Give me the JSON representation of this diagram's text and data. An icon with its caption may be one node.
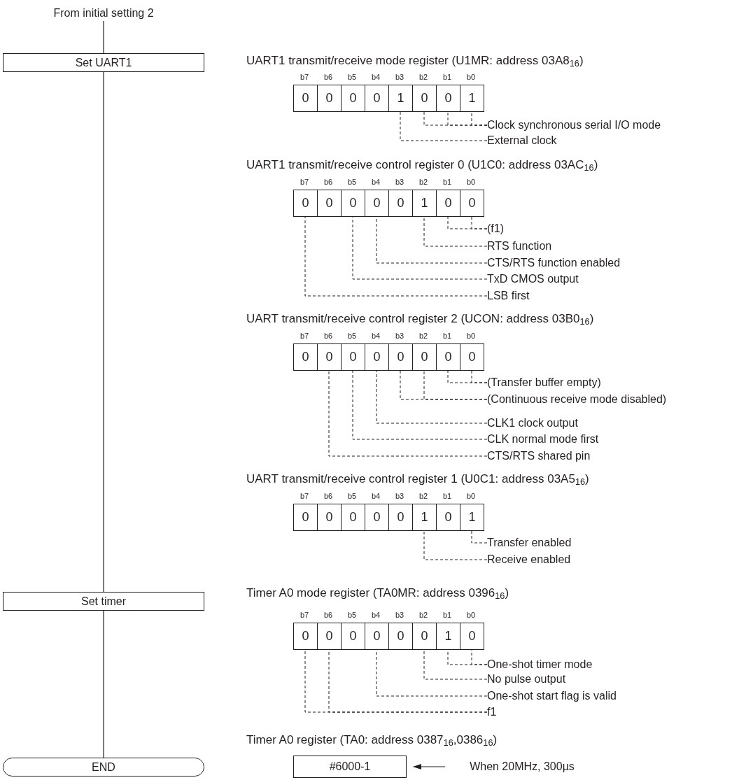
{
  "diagram": {
    "nodes": [
      {
        "text": [
          "From initial setting 2"
        ]
      },
      {
        "text": [
          "Set UART1"
        ]
      },
      {
        "text": [
          "Set timer"
        ]
      },
      {
        "text": [
          "END"
        ]
      },
      {
        "text": [
          "0"
        ],
        "beside": [
          "b7"
        ]
      },
      {
        "text": [
          "0"
        ],
        "beside": [
          "b6"
        ]
      },
      {
        "text": [
          "0"
        ],
        "beside": [
          "b5"
        ]
      },
      {
        "text": [
          "0"
        ],
        "beside": [
          "b4"
        ]
      },
      {
        "text": [
          "1"
        ],
        "beside": [
          "b3"
        ]
      },
      {
        "text": [
          "0"
        ],
        "beside": [
          "b2"
        ]
      },
      {
        "text": [
          "0"
        ],
        "beside": [
          "b1"
        ]
      },
      {
        "text": [
          "1"
        ],
        "beside": [
          "b0"
        ]
      },
      {
        "text": [
          "Clock synchronous serial I/O mode"
        ]
      },
      {
        "text": [
          "External clock"
        ]
      },
      {
        "text": [
          "0"
        ],
        "beside": [
          "b7"
        ]
      },
      {
        "text": [
          "0"
        ],
        "beside": [
          "b6"
        ]
      },
      {
        "text": [
          "0"
        ],
        "beside": [
          "b5"
        ]
      },
      {
        "text": [
          "0"
        ],
        "beside": [
          "b4"
        ]
      },
      {
        "text": [
          "0"
        ],
        "beside": [
          "b3"
        ]
      },
      {
        "text": [
          "1"
        ],
        "beside": [
          "b2"
        ]
      },
      {
        "text": [
          "0"
        ],
        "beside": [
          "b1"
        ]
      },
      {
        "text": [
          "0"
        ],
        "beside": [
          "b0"
        ]
      },
      {
        "text": [
          "(f1)"
        ]
      },
      {
        "text": [
          "RTS function"
        ]
      },
      {
        "text": [
          "CTS/RTS function enabled"
        ]
      },
      {
        "text": [
          "TxD CMOS output"
        ]
      },
      {
        "text": [
          "LSB first"
        ]
      },
      {
        "text": [
          "0"
        ],
        "beside": [
          "b7"
        ]
      },
      {
        "text": [
          "0"
        ],
        "beside": [
          "b6"
        ]
      },
      {
        "text": [
          "0"
        ],
        "beside": [
          "b5"
        ]
      },
      {
        "text": [
          "0"
        ],
        "beside": [
          "b4"
        ]
      },
      {
        "text": [
          "0"
        ],
        "beside": [
          "b3"
        ]
      },
      {
        "text": [
          "0"
        ],
        "beside": [
          "b2"
        ]
      },
      {
        "text": [
          "0"
        ],
        "beside": [
          "b1"
        ]
      },
      {
        "text": [
          "0"
        ],
        "beside": [
          "b0"
        ]
      },
      {
        "text": [
          "(Transfer buffer empty)"
        ]
      },
      {
        "text": [
          "(Continuous receive mode disabled)"
        ]
      },
      {
        "text": [
          "CLK1 clock output"
        ]
      },
      {
        "text": [
          "CLK normal mode first"
        ]
      },
      {
        "text": [
          "CTS/RTS shared pin"
        ]
      },
      {
        "text": [
          "0"
        ],
        "beside": [
          "b7"
        ]
      },
      {
        "text": [
          "0"
        ],
        "beside": [
          "b6"
        ]
      },
      {
        "text": [
          "0"
        ],
        "beside": [
          "b5"
        ]
      },
      {
        "text": [
          "0"
        ],
        "beside": [
          "b4"
        ]
      },
      {
        "text": [
          "0"
        ],
        "beside": [
          "b3"
        ]
      },
      {
        "text": [
          "1"
        ],
        "beside": [
          "b2"
        ]
      },
      {
        "text": [
          "0"
        ],
        "beside": [
          "b1"
        ]
      },
      {
        "text": [
          "1"
        ],
        "beside": [
          "b0"
        ]
      },
      {
        "text": [
          "Transfer enabled"
        ]
      },
      {
        "text": [
          "Receive enabled"
        ]
      },
      {
        "text": [
          "0"
        ],
        "beside": [
          "b7"
        ]
      },
      {
        "text": [
          "0"
        ],
        "beside": [
          "b6"
        ]
      },
      {
        "text": [
          "0"
        ],
        "beside": [
          "b5"
        ]
      },
      {
        "text": [
          "0"
        ],
        "beside": [
          "b4"
        ]
      },
      {
        "text": [
          "0"
        ],
        "beside": [
          "b3"
        ]
      },
      {
        "text": [
          "0"
        ],
        "beside": [
          "b2"
        ]
      },
      {
        "text": [
          "1"
        ],
        "beside": [
          "b1"
        ]
      },
      {
        "text": [
          "0"
        ],
        "beside": [
          "b0"
        ]
      },
      {
        "text": [
          "One-shot timer mode"
        ]
      },
      {
        "text": [
          "No pulse output"
        ]
      },
      {
        "text": [
          "One-shot start flag is valid"
        ]
      },
      {
        "text": [
          "f1"
        ]
      },
      {
        "text": [
          "#6000-1"
        ]
      },
      {
        "text": [
          "When 20MHz, 300µs"
        ]
      }
    ],
    "edges": [
      {
        "from": 0,
        "to": 1,
        "arrow": "none"
      },
      {
        "from": 1,
        "to": 2,
        "arrow": "none"
      },
      {
        "from": 2,
        "to": 3,
        "arrow": "none"
      },
      {
        "from": 12,
        "to": 9,
        "arrow": "none",
        "style": "dashed"
      },
      {
        "from": 12,
        "to": 10,
        "arrow": "none",
        "style": "dashed"
      },
      {
        "from": 12,
        "to": 11,
        "arrow": "none",
        "style": "dashed"
      },
      {
        "from": 13,
        "to": 8,
        "arrow": "none",
        "style": "dashed"
      },
      {
        "from": 22,
        "to": 20,
        "arrow": "none",
        "style": "dashed"
      },
      {
        "from": 22,
        "to": 21,
        "arrow": "none",
        "style": "dashed"
      },
      {
        "from": 23,
        "to": 19,
        "arrow": "none",
        "style": "dashed"
      },
      {
        "from": 24,
        "to": 17,
        "arrow": "none",
        "style": "dashed"
      },
      {
        "from": 25,
        "to": 16,
        "arrow": "none",
        "style": "dashed"
      },
      {
        "from": 26,
        "to": 14,
        "arrow": "none",
        "style": "dashed"
      },
      {
        "from": 35,
        "to": 33,
        "arrow": "none",
        "style": "dashed"
      },
      {
        "from": 35,
        "to": 34,
        "arrow": "none",
        "style": "dashed"
      },
      {
        "from": 36,
        "to": 31,
        "arrow": "none",
        "style": "dashed"
      },
      {
        "from": 36,
        "to": 32,
        "arrow": "none",
        "style": "dashed"
      },
      {
        "from": 37,
        "to": 30,
        "arrow": "none",
        "style": "dashed"
      },
      {
        "from": 38,
        "to": 29,
        "arrow": "none",
        "style": "dashed"
      },
      {
        "from": 39,
        "to": 28,
        "arrow": "none",
        "style": "dashed"
      },
      {
        "from": 48,
        "to": 47,
        "arrow": "none",
        "style": "dashed"
      },
      {
        "from": 49,
        "to": 45,
        "arrow": "none",
        "style": "dashed"
      },
      {
        "from": 58,
        "to": 56,
        "arrow": "none",
        "style": "dashed"
      },
      {
        "from": 58,
        "to": 57,
        "arrow": "none",
        "style": "dashed"
      },
      {
        "from": 59,
        "to": 55,
        "arrow": "none",
        "style": "dashed"
      },
      {
        "from": 60,
        "to": 53,
        "arrow": "none",
        "style": "dashed"
      },
      {
        "from": 61,
        "to": 50,
        "arrow": "none",
        "style": "dashed"
      },
      {
        "from": 61,
        "to": 51,
        "arrow": "none",
        "style": "dashed"
      },
      {
        "from": 63,
        "to": 62,
        "arrow": "to"
      }
    ],
    "labels": [
      "UART1 transmit/receive mode register (U1MR: address 03A8$_{16}$)",
      "UART1 transmit/receive control register 0 (U1C0: address 03AC$_{16}$)",
      "UART transmit/receive control register 2 (UCON: address 03B0$_{16}$)",
      "UART transmit/receive control register 1 (U0C1: address 03A5$_{16}$)",
      "Timer A0 mode register (TA0MR: address 0396$_{16}$)",
      "Timer A0 register (TA0: address 0387$_{16}$,0386$_{16}$)"
    ]
  }
}
